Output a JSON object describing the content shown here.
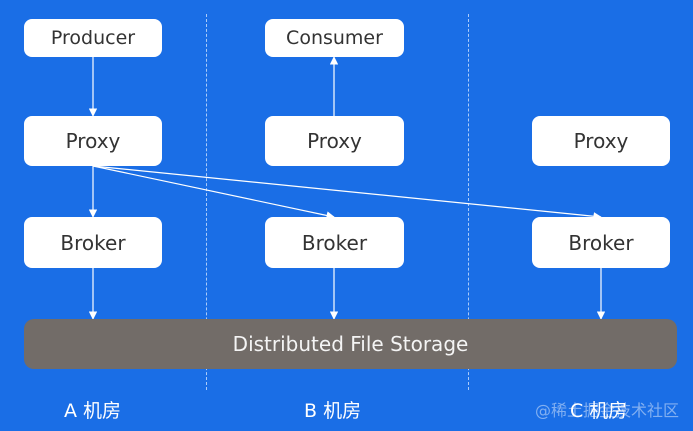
{
  "colors": {
    "background": "#1a6ee6",
    "node": "#ffffff",
    "node_text": "#333333",
    "storage": "#726c68",
    "storage_text": "#f4f4f4",
    "connector": "#ffffff"
  },
  "nodes": {
    "producer": "Producer",
    "consumer": "Consumer",
    "proxy_a": "Proxy",
    "proxy_b": "Proxy",
    "proxy_c": "Proxy",
    "broker_a": "Broker",
    "broker_b": "Broker",
    "broker_c": "Broker",
    "storage": "Distributed File Storage"
  },
  "rooms": {
    "a": "A 机房",
    "b": "B 机房",
    "c": "C 机房"
  },
  "watermark": "@稀土掘金技术社区",
  "edges": [
    {
      "from": "producer",
      "to": "proxy_a"
    },
    {
      "from": "proxy_b",
      "to": "consumer"
    },
    {
      "from": "proxy_a",
      "to": "broker_a"
    },
    {
      "from": "proxy_a",
      "to": "broker_b"
    },
    {
      "from": "proxy_a",
      "to": "broker_c"
    },
    {
      "from": "broker_a",
      "to": "storage"
    },
    {
      "from": "broker_b",
      "to": "storage"
    },
    {
      "from": "broker_c",
      "to": "storage"
    }
  ]
}
